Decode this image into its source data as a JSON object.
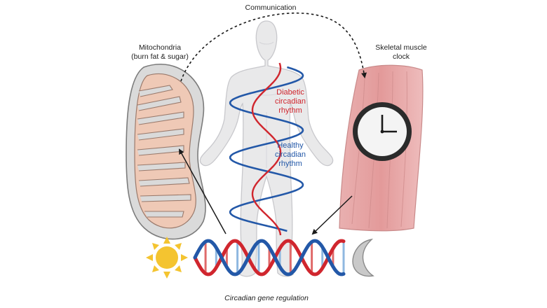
{
  "labels": {
    "communication": "Communication",
    "mito_line1": "Mitochondria",
    "mito_line2": "(burn fat & sugar)",
    "muscle_line1": "Skeletal muscle",
    "muscle_line2": "clock",
    "diabetic_line1": "Diabetic",
    "diabetic_line2": "circadian",
    "diabetic_line3": "rhythm",
    "healthy_line1": "Healthy",
    "healthy_line2": "circadian",
    "healthy_line3": "rhythm",
    "gene_regulation": "Circadian gene regulation"
  },
  "colors": {
    "diabetic": "#d0262e",
    "healthy": "#2358a8",
    "body": "#e9e9ea",
    "mito_outer": "#dadada",
    "mito_inner": "#efc9b6",
    "muscle": "#e7a7a7",
    "sun": "#f4c430",
    "moon": "#c9c9c9"
  },
  "icons": {
    "sun": "sun-icon",
    "moon": "moon-icon",
    "clock": "clock-icon",
    "dna": "dna-icon"
  }
}
